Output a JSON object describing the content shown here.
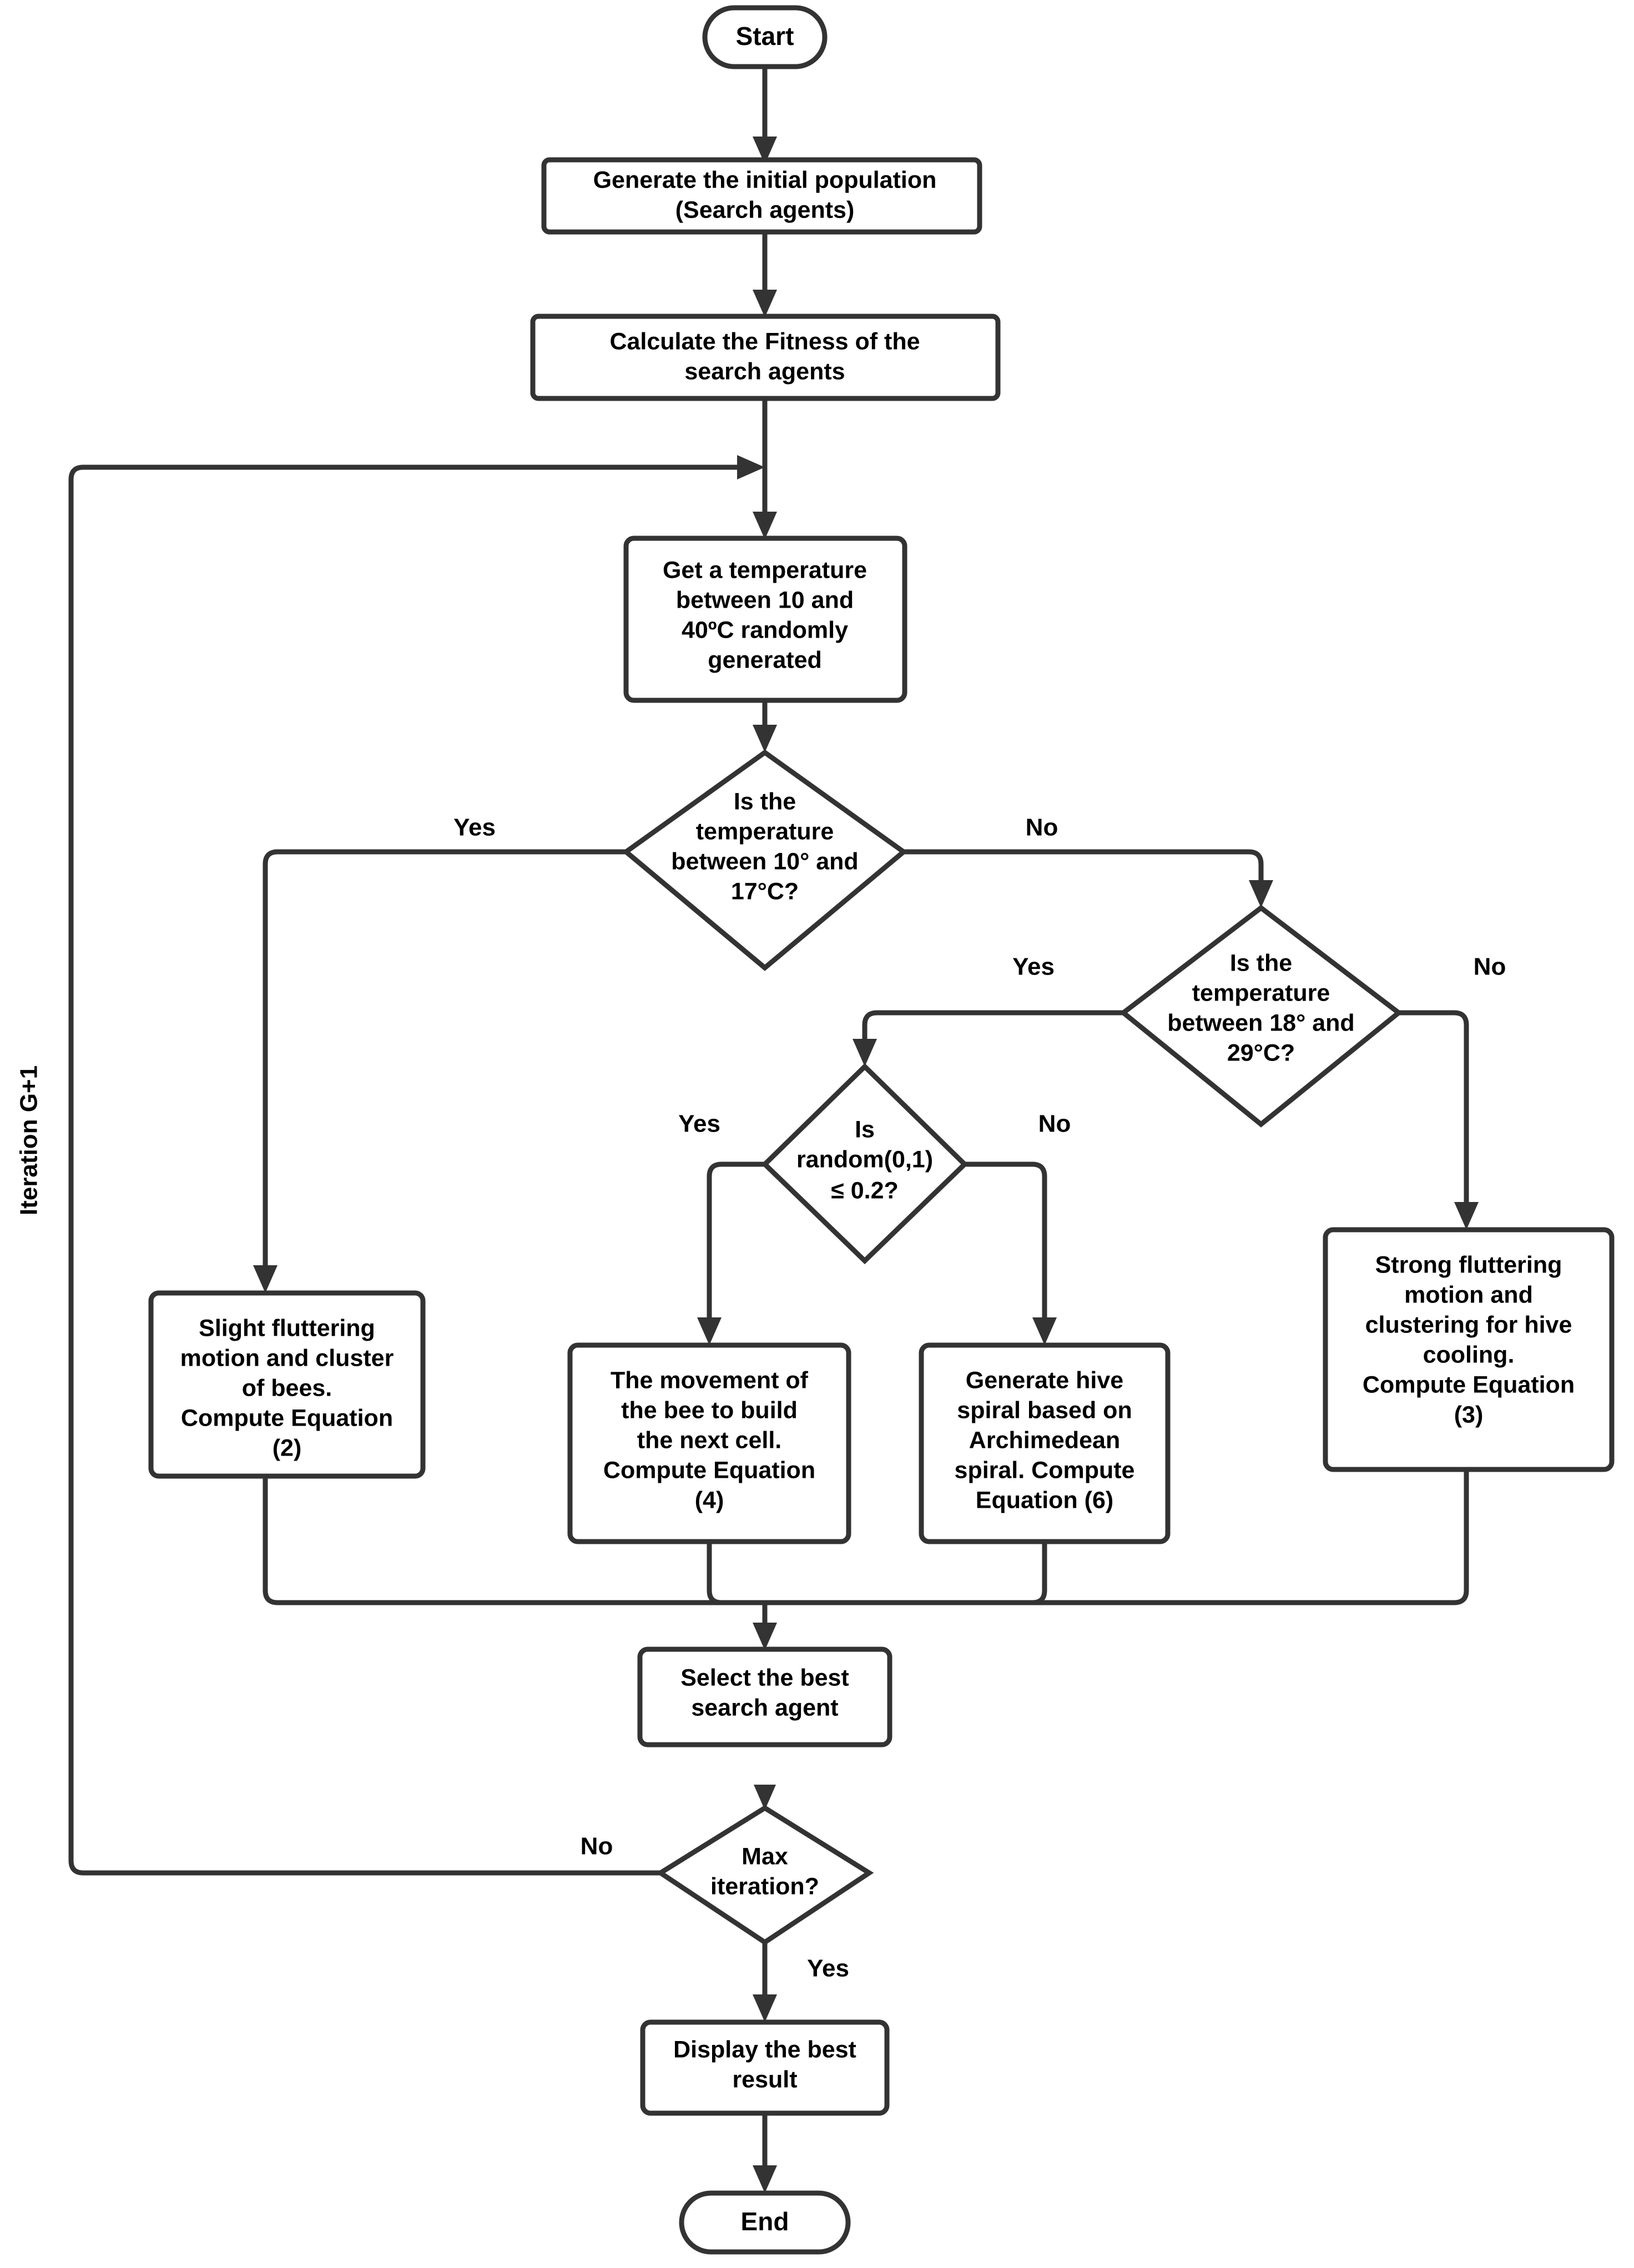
{
  "diagram": {
    "type": "flowchart",
    "title": "Artificial Bee Hive / Honeybee Optimization Algorithm Flowchart",
    "orientation": "top-to-bottom",
    "side_label": "Iteration G+1",
    "stroke_color": "#333333",
    "text_color": "#000000",
    "background_color": "#ffffff"
  },
  "nodes": {
    "start": {
      "shape": "terminator",
      "label": "Start"
    },
    "init_population": {
      "shape": "process",
      "line1": "Generate the initial population",
      "line2": "(Search agents)"
    },
    "calc_fitness": {
      "shape": "process",
      "line1": "Calculate the Fitness of the",
      "line2": "search agents"
    },
    "get_temperature": {
      "shape": "process",
      "line1": "Get a temperature",
      "line2": "between 10 and",
      "line3": "40ºC randomly",
      "line4": "generated"
    },
    "decision_temp_10_17": {
      "shape": "decision",
      "line1": "Is the",
      "line2": "temperature",
      "line3": "between 10° and",
      "line4": "17°C?"
    },
    "decision_temp_18_29": {
      "shape": "decision",
      "line1": "Is the",
      "line2": "temperature",
      "line3": "between 18° and",
      "line4": "29°C?"
    },
    "decision_random": {
      "shape": "decision",
      "line1": "Is",
      "line2": "random(0,1)",
      "line3": "≤ 0.2?"
    },
    "slight_fluttering": {
      "shape": "process",
      "line1": "Slight fluttering",
      "line2": "motion and cluster",
      "line3": "of bees.",
      "line4": "Compute Equation",
      "line5": "(2)"
    },
    "bee_movement": {
      "shape": "process",
      "line1": "The movement of",
      "line2": "the bee to build",
      "line3": "the next cell.",
      "line4": "Compute Equation",
      "line5": "(4)"
    },
    "hive_spiral": {
      "shape": "process",
      "line1": "Generate hive",
      "line2": "spiral based on",
      "line3": "Archimedean",
      "line4": "spiral. Compute",
      "line5": "Equation (6)"
    },
    "strong_fluttering": {
      "shape": "process",
      "line1": "Strong fluttering",
      "line2": "motion and",
      "line3": "clustering for hive",
      "line4": "cooling.",
      "line5": "Compute Equation",
      "line6": "(3)"
    },
    "select_best": {
      "shape": "process",
      "line1": "Select the best",
      "line2": "search agent"
    },
    "decision_max_iteration": {
      "shape": "decision",
      "line1": "Max",
      "line2": "iteration?"
    },
    "display_result": {
      "shape": "process",
      "line1": "Display the best",
      "line2": "result"
    },
    "end": {
      "shape": "terminator",
      "label": "End"
    }
  },
  "edge_labels": {
    "temp_10_17_yes": "Yes",
    "temp_10_17_no": "No",
    "temp_18_29_yes": "Yes",
    "temp_18_29_no": "No",
    "random_yes": "Yes",
    "random_no": "No",
    "max_iteration_no": "No",
    "max_iteration_yes": "Yes"
  }
}
